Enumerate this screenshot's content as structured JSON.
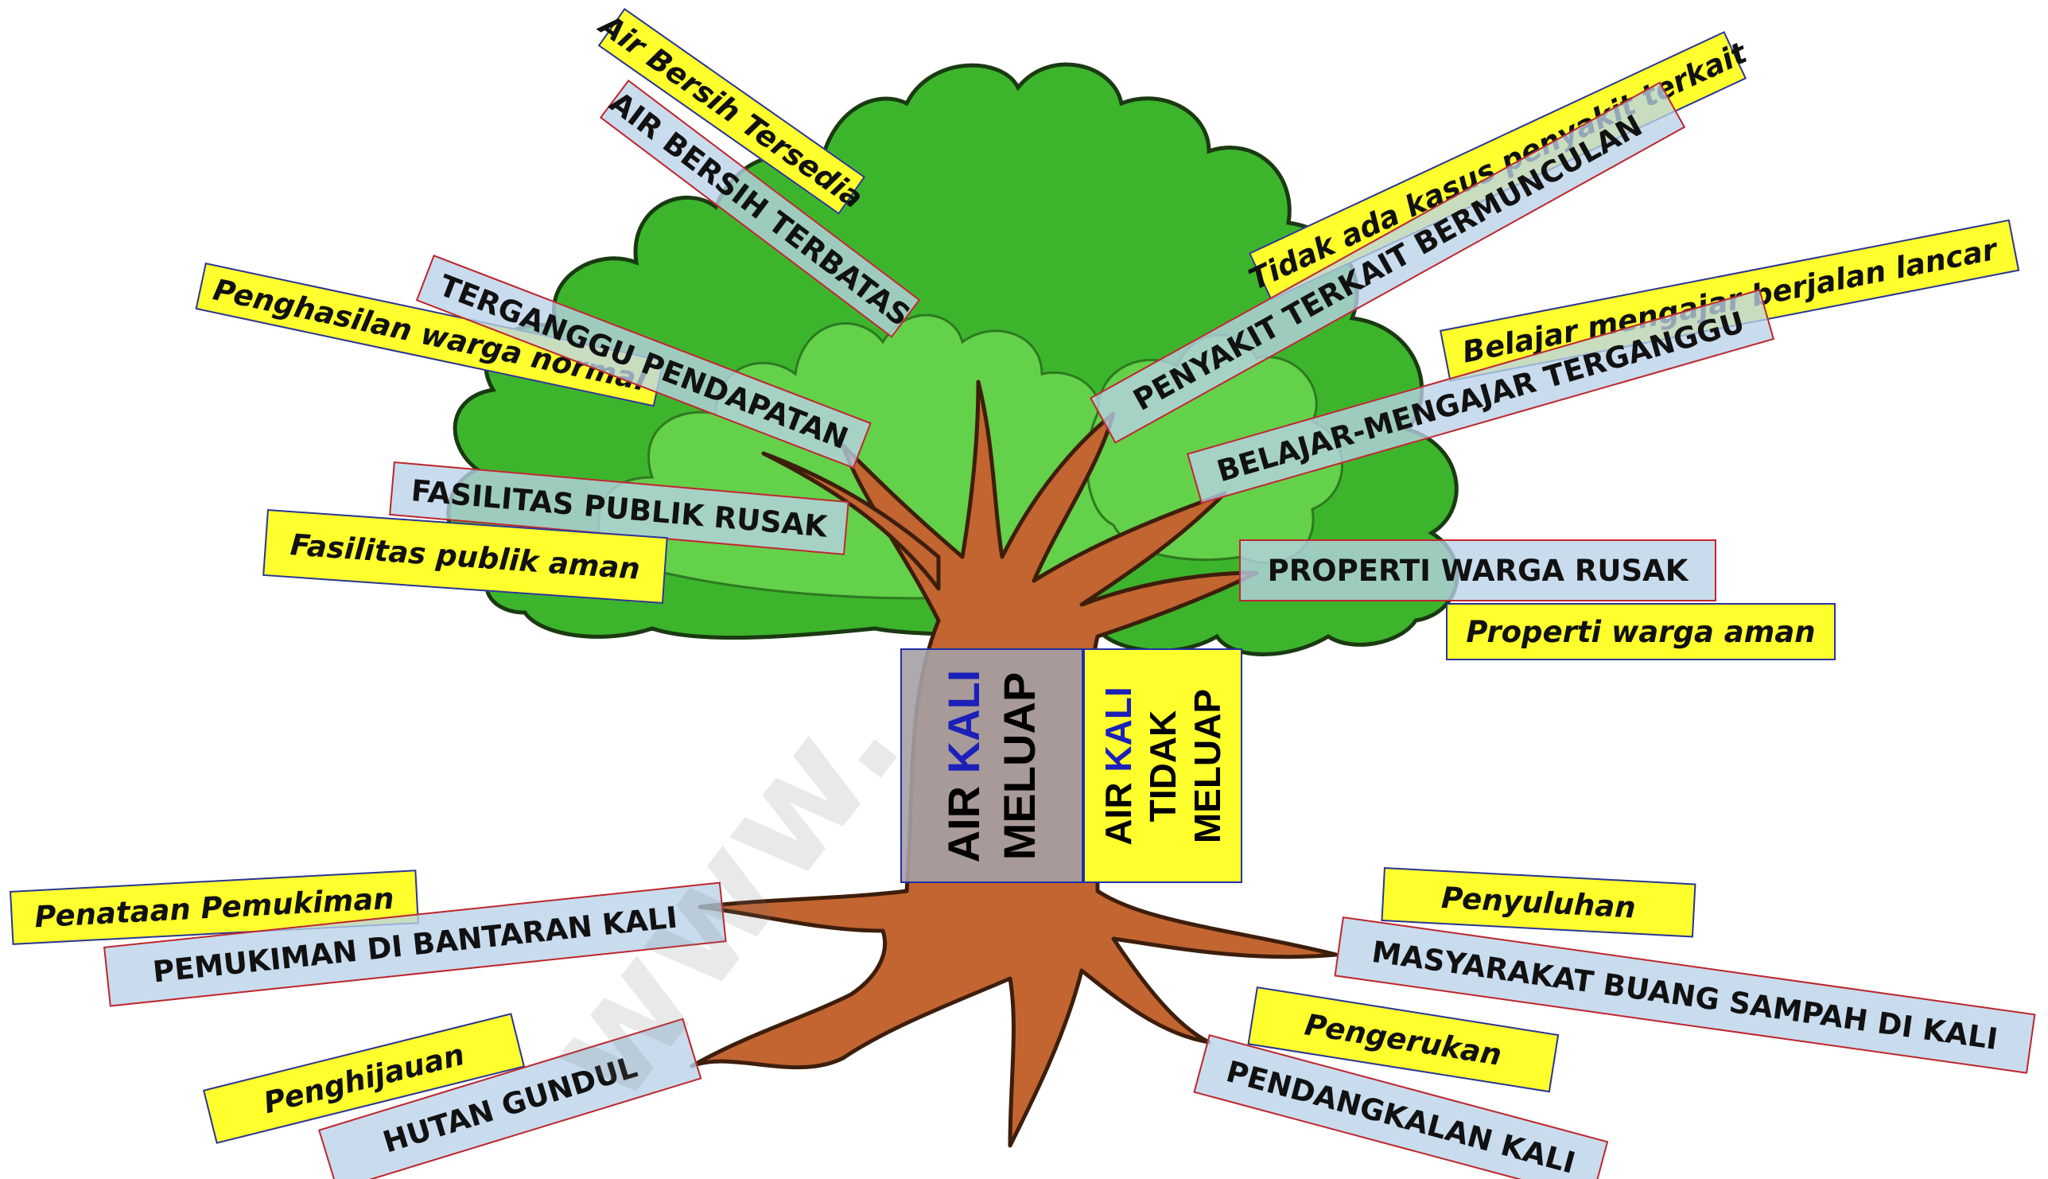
{
  "trunk": {
    "problem": {
      "word1": "AIR",
      "word2": "KALI",
      "word3": "MELUAP"
    },
    "solution": {
      "word1": "AIR",
      "word2": "KALI",
      "word3": "TIDAK",
      "word4": "MELUAP"
    }
  },
  "effects": [
    {
      "problem": "AIR BERSIH TERBATAS",
      "solution": "Air Bersih Tersedia"
    },
    {
      "problem": "TERGANGGU PENDAPATAN",
      "solution": "Penghasilan warga normal"
    },
    {
      "problem": "FASILITAS PUBLIK RUSAK",
      "solution": "Fasilitas publik aman"
    },
    {
      "problem": "PENYAKIT TERKAIT BERMUNCULAN",
      "solution": "Tidak ada kasus penyakit terkait"
    },
    {
      "problem": "BELAJAR-MENGAJAR TERGANGGU",
      "solution": "Belajar mengajar berjalan lancar"
    },
    {
      "problem": "PROPERTI WARGA RUSAK",
      "solution": "Properti warga aman"
    }
  ],
  "causes": [
    {
      "problem": "PEMUKIMAN DI BANTARAN KALI",
      "solution": "Penataan Pemukiman"
    },
    {
      "problem": "HUTAN GUNDUL",
      "solution": "Penghijauan"
    },
    {
      "problem": "MASYARAKAT BUANG SAMPAH DI KALI",
      "solution": "Penyuluhan"
    },
    {
      "problem": "PENDANGKALAN KALI",
      "solution": "Pengerukan"
    }
  ],
  "watermark": "www.",
  "colors": {
    "problem_fill": "#b9d2e8",
    "problem_border": "#c0262c",
    "solution_fill": "#ffff2e",
    "solution_border": "#28349a",
    "foliage": "#38b12a",
    "trunk": "#c0602a",
    "trunk_problem_box": "#a8a8a8"
  }
}
